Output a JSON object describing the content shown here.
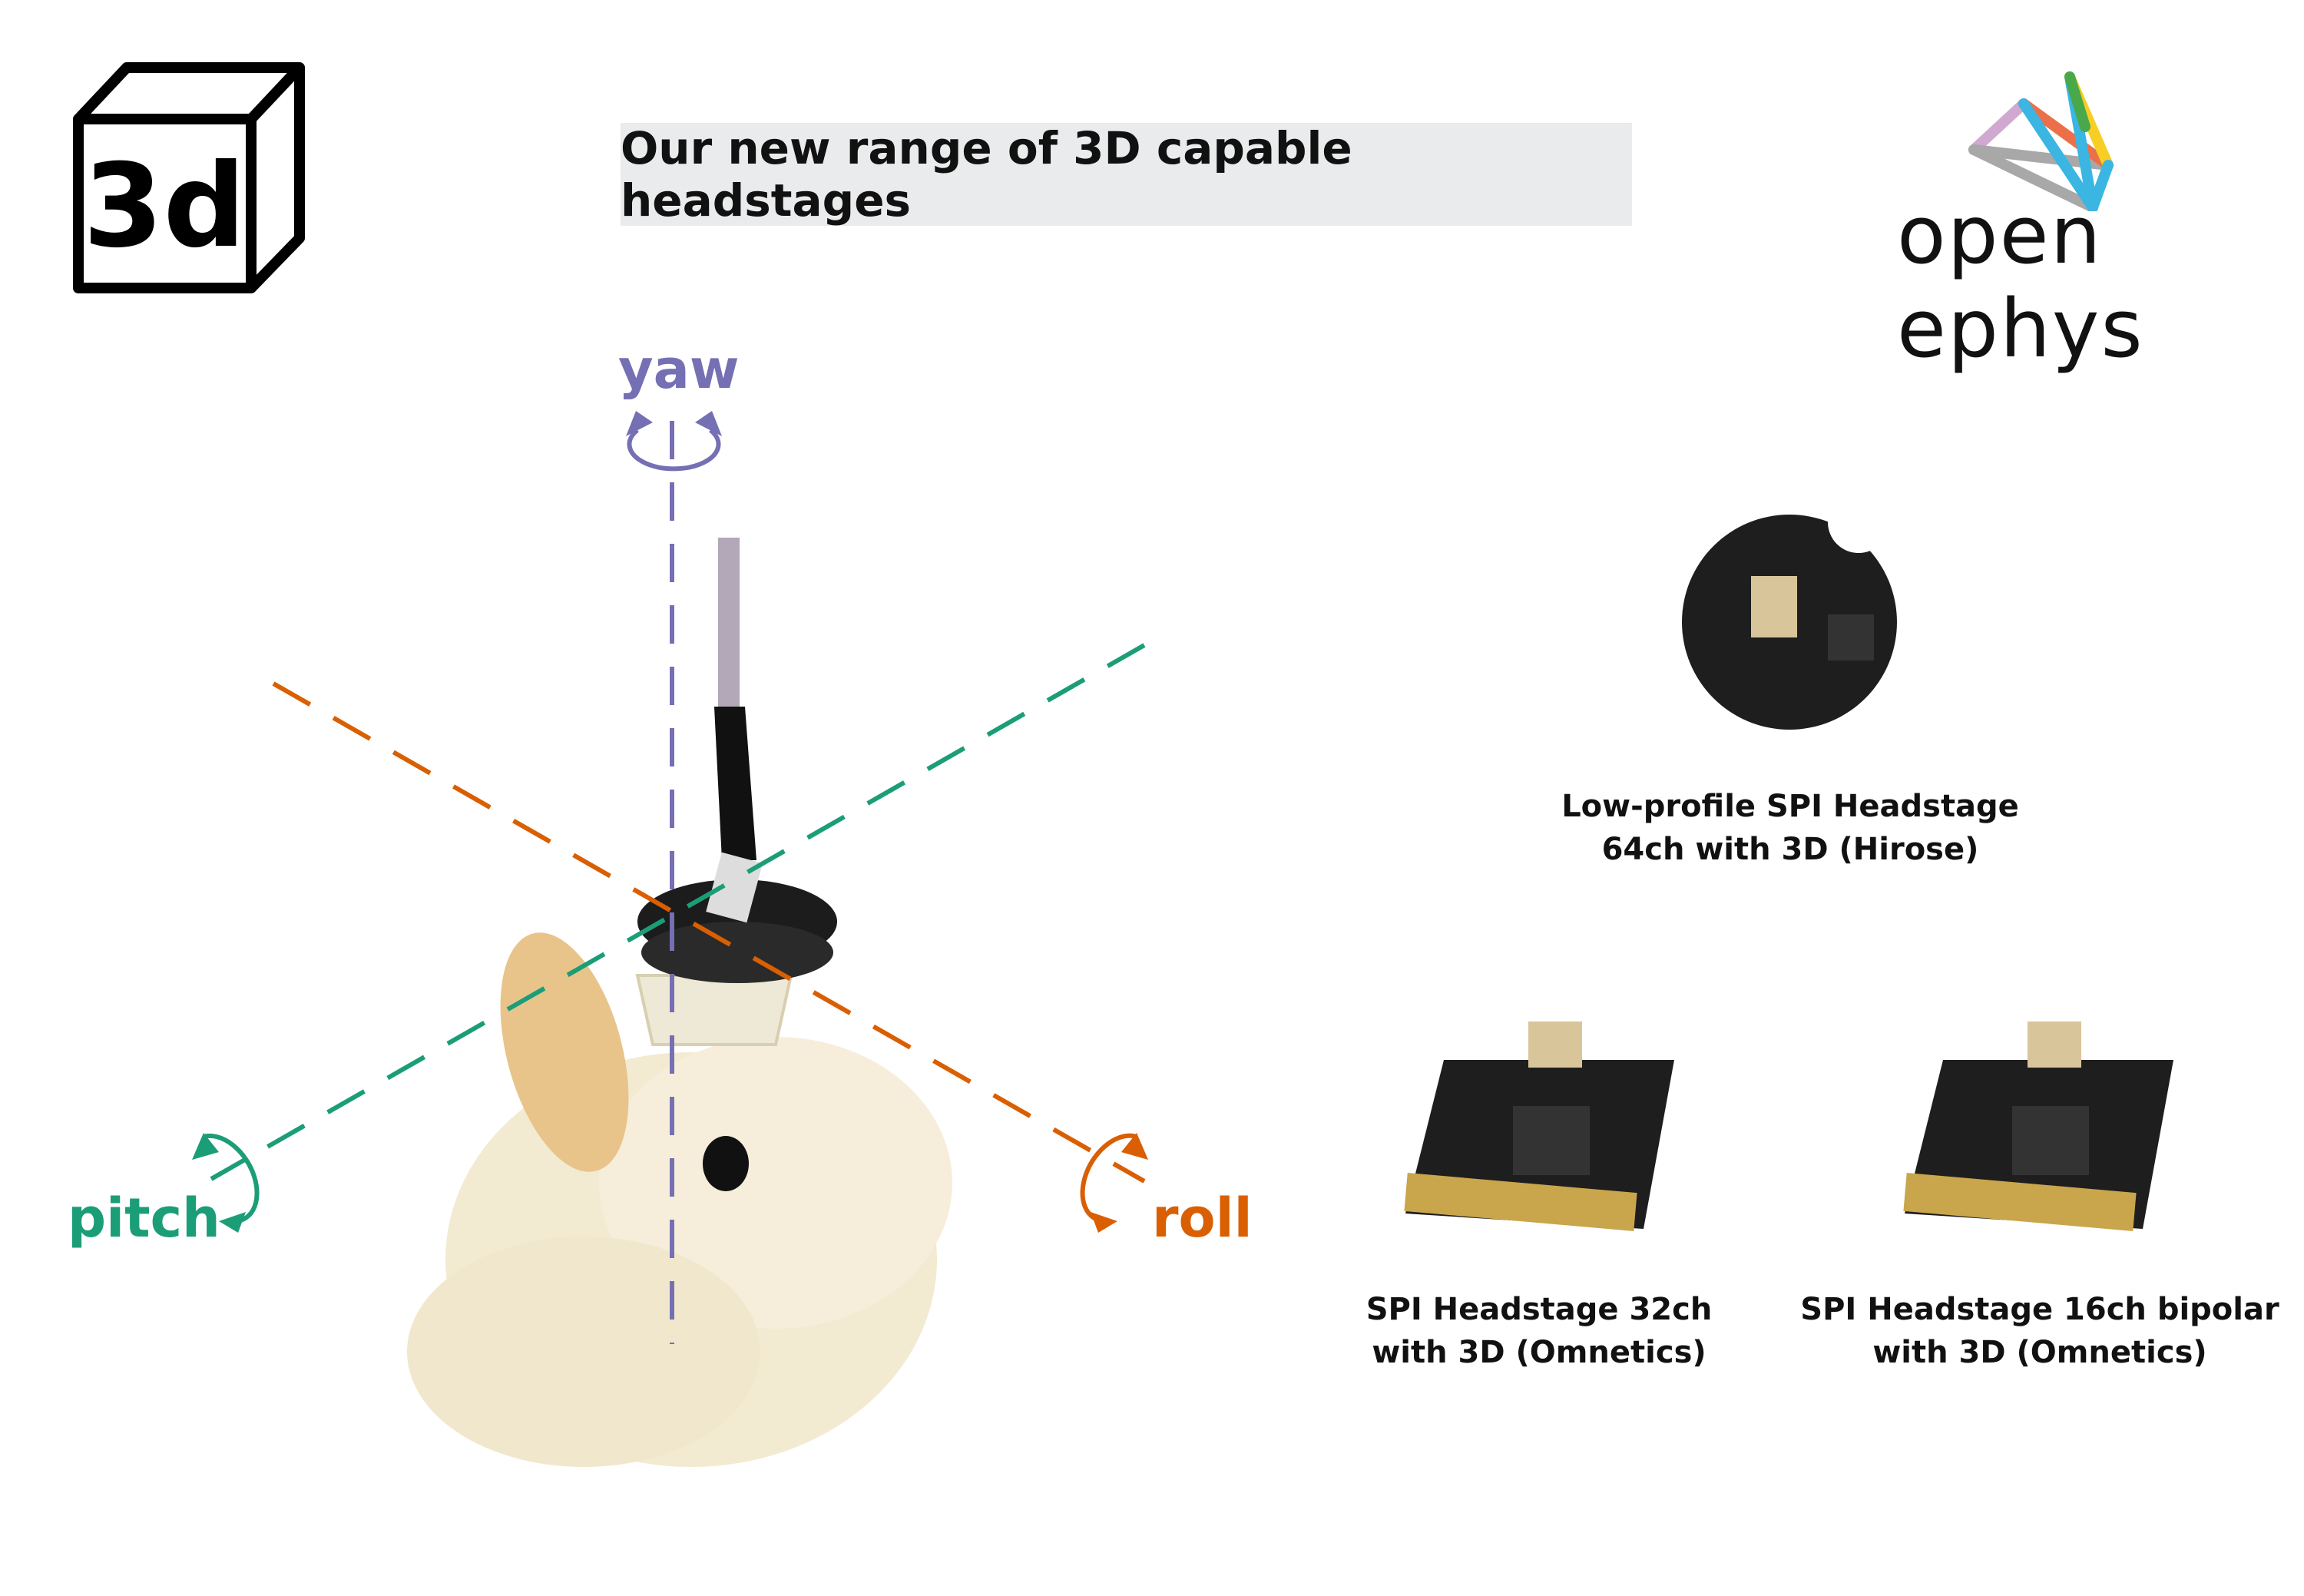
{
  "badge": {
    "text": "3d"
  },
  "title": "Our new range of 3D capable headstages",
  "logo": {
    "text": "open ephys"
  },
  "axes": {
    "yaw": {
      "label": "yaw",
      "color": "#7570b3"
    },
    "pitch": {
      "label": "pitch",
      "color": "#1b9e77"
    },
    "roll": {
      "label": "roll",
      "color": "#d95f02"
    }
  },
  "products": [
    {
      "line1": "Low-profile SPI Headstage",
      "line2": "64ch with 3D (Hirose)"
    },
    {
      "line1": "SPI Headstage 32ch",
      "line2": "with 3D (Omnetics)"
    },
    {
      "line1": "SPI Headstage 16ch bipolar",
      "line2": "with 3D (Omnetics)"
    }
  ]
}
